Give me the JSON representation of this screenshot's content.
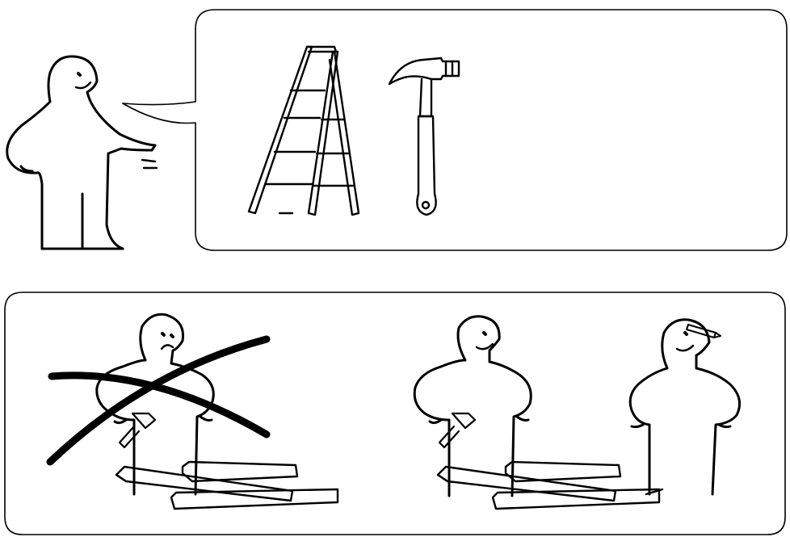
{
  "colors": {
    "ink": "#000000",
    "paper": "#ffffff"
  },
  "panels": {
    "top": {
      "speaker": "assembly-instructor",
      "bubble_items": [
        "ladder-icon",
        "hammer-icon"
      ]
    },
    "bottom": {
      "left_scene": {
        "meaning": "do-not",
        "figures": [
          "worried-person-with-hammer"
        ],
        "mark": "cross-out"
      },
      "right_scene": {
        "meaning": "do",
        "figures": [
          "smiling-person-with-hammer",
          "smiling-person-with-pencil"
        ]
      }
    }
  }
}
